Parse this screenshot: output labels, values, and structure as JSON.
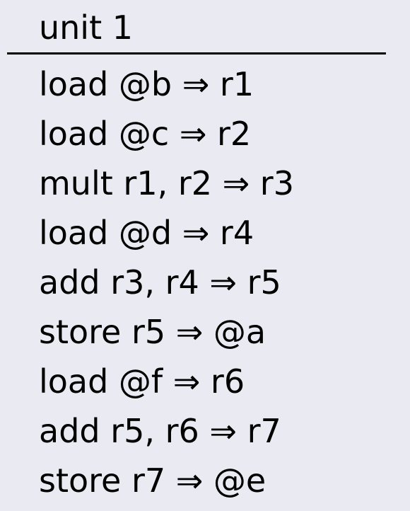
{
  "header": "unit 1",
  "instructions": [
    "load @b ⇒ r1",
    "load @c ⇒ r2",
    "mult r1, r2 ⇒ r3",
    "load @d ⇒ r4",
    "add r3, r4 ⇒ r5",
    "store r5 ⇒ @a",
    "load @f ⇒ r6",
    "add r5, r6 ⇒ r7",
    "store r7 ⇒ @e"
  ]
}
